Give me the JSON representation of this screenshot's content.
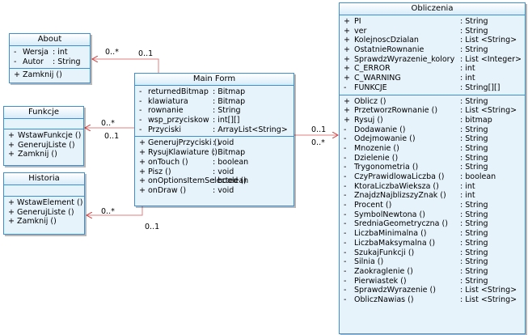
{
  "classes": {
    "about": {
      "title": "About",
      "attributes": [
        {
          "vis": "-",
          "name": "Wersja",
          "type": ": int"
        },
        {
          "vis": "-",
          "name": "Autor",
          "type": ": String"
        }
      ],
      "operations": [
        {
          "vis": "+",
          "name": "Zamknij ()",
          "type": ""
        }
      ]
    },
    "funkcje": {
      "title": "Funkcje",
      "attributes": [],
      "operations": [
        {
          "vis": "+",
          "name": "WstawFunkcje ()",
          "type": ""
        },
        {
          "vis": "+",
          "name": "GenerujListe ()",
          "type": ""
        },
        {
          "vis": "+",
          "name": "Zamknij ()",
          "type": ""
        }
      ]
    },
    "historia": {
      "title": "Historia",
      "attributes": [],
      "operations": [
        {
          "vis": "+",
          "name": "WstawElement ()",
          "type": ""
        },
        {
          "vis": "+",
          "name": "GenerujListe ()",
          "type": ""
        },
        {
          "vis": "+",
          "name": "Zamknij ()",
          "type": ""
        }
      ]
    },
    "mainform": {
      "title": "Main Form",
      "attributes": [
        {
          "vis": "-",
          "name": "returnedBitmap",
          "type": ": Bitmap"
        },
        {
          "vis": "-",
          "name": "klawiatura",
          "type": ": Bitmap"
        },
        {
          "vis": "-",
          "name": "rownanie",
          "type": ": String"
        },
        {
          "vis": "-",
          "name": "wsp_przyciskow",
          "type": ": int[][]"
        },
        {
          "vis": "-",
          "name": "Przyciski",
          "type": ": ArrayList<String>"
        }
      ],
      "operations": [
        {
          "vis": "+",
          "name": "GenerujPrzyciski ()",
          "type": ": void"
        },
        {
          "vis": "+",
          "name": "RysujKlawiature ()",
          "type": ": Bitmap"
        },
        {
          "vis": "+",
          "name": "onTouch ()",
          "type": ": boolean"
        },
        {
          "vis": "+",
          "name": "Pisz ()",
          "type": ": void"
        },
        {
          "vis": "+",
          "name": "onOptionsItemSelected ()",
          "type": ": boolean"
        },
        {
          "vis": "+",
          "name": "onDraw ()",
          "type": ": void"
        }
      ]
    },
    "obliczenia": {
      "title": "Obliczenia",
      "attributes": [
        {
          "vis": "+",
          "name": "PI",
          "type": ": String"
        },
        {
          "vis": "+",
          "name": "ver",
          "type": ": String"
        },
        {
          "vis": "+",
          "name": "KolejnoscDzialan",
          "type": ": List <String>"
        },
        {
          "vis": "+",
          "name": "OstatnieRownanie",
          "type": ": String"
        },
        {
          "vis": "+",
          "name": "SprawdzWyrazenie_kolory",
          "type": ": List <Integer>"
        },
        {
          "vis": "+",
          "name": "C_ERROR",
          "type": ": int"
        },
        {
          "vis": "+",
          "name": "C_WARNING",
          "type": ": int"
        },
        {
          "vis": "-",
          "name": "FUNKCJE",
          "type": ": String[][]"
        }
      ],
      "operations": [
        {
          "vis": "+",
          "name": "Oblicz ()",
          "type": ": String"
        },
        {
          "vis": "+",
          "name": "PrzetworzRownanie ()",
          "type": ": List <String>"
        },
        {
          "vis": "+",
          "name": "Rysuj ()",
          "type": ": bitmap"
        },
        {
          "vis": "-",
          "name": "Dodawanie ()",
          "type": ": String"
        },
        {
          "vis": "-",
          "name": "Odejmowanie ()",
          "type": ": String"
        },
        {
          "vis": "-",
          "name": "Mnozenie ()",
          "type": ": String"
        },
        {
          "vis": "-",
          "name": "Dzielenie ()",
          "type": ": String"
        },
        {
          "vis": "-",
          "name": "Trygonometria ()",
          "type": ": String"
        },
        {
          "vis": "-",
          "name": "CzyPrawidlowaLiczba ()",
          "type": ": boolean"
        },
        {
          "vis": "-",
          "name": "KtoraLiczbaWieksza ()",
          "type": ": int"
        },
        {
          "vis": "-",
          "name": "ZnajdzNajblizszyZnak ()",
          "type": ": int"
        },
        {
          "vis": "-",
          "name": "Procent ()",
          "type": ": String"
        },
        {
          "vis": "-",
          "name": "SymbolNewtona ()",
          "type": ": String"
        },
        {
          "vis": "-",
          "name": "SredniaGeometryczna ()",
          "type": ": String"
        },
        {
          "vis": "-",
          "name": "LiczbaMinimalna ()",
          "type": ": String"
        },
        {
          "vis": "-",
          "name": "LiczbaMaksymalna ()",
          "type": ": String"
        },
        {
          "vis": "-",
          "name": "SzukajFunkcji ()",
          "type": ": String"
        },
        {
          "vis": "-",
          "name": "Silnia ()",
          "type": ": String"
        },
        {
          "vis": "-",
          "name": "Zaokraglenie ()",
          "type": ": String"
        },
        {
          "vis": "-",
          "name": "Pierwiastek ()",
          "type": ": String"
        },
        {
          "vis": "-",
          "name": "SprawdzWyrazenie ()",
          "type": ": List <String>"
        },
        {
          "vis": "-",
          "name": "ObliczNawias ()",
          "type": ": List <String>"
        }
      ]
    }
  },
  "multiplicities": {
    "about_main": "0..1",
    "about_side": "0..*",
    "funkcje_side": "0..*",
    "funkcje_main": "0..1",
    "historia_side": "0..*",
    "historia_main": "0..1",
    "obliczenia_main": "0..1",
    "obliczenia_side": "0..*"
  },
  "colors": {
    "border": "#3d8fd1",
    "fill": "#e6f3fb",
    "line": "#e08080"
  }
}
